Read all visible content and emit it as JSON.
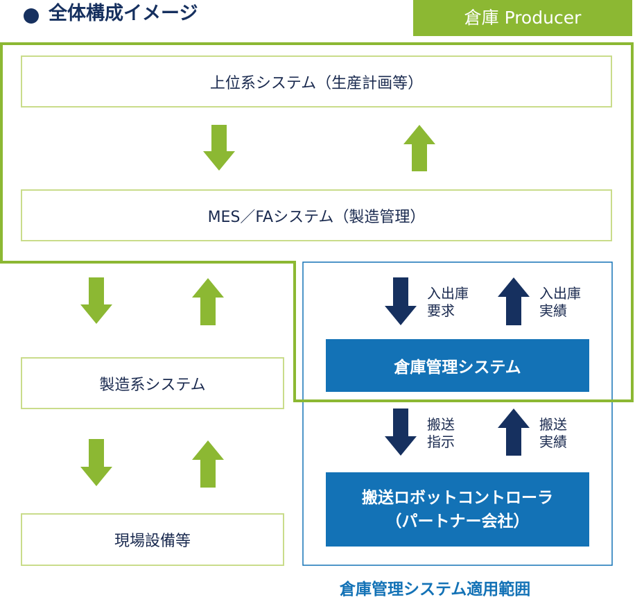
{
  "header": {
    "title": "全体構成イメージ",
    "producer_badge": "倉庫 Producer"
  },
  "boxes": {
    "upper_system": "上位系システム（生産計画等）",
    "mes_system": "MES／FAシステム（製造管理）",
    "manufacturing_system": "製造系システム",
    "field_equipment": "現場設備等",
    "warehouse_management_system": "倉庫管理システム",
    "robot_controller_line1": "搬送ロボットコントローラ",
    "robot_controller_line2": "（パートナー会社）"
  },
  "arrow_labels": {
    "io_request_line1": "入出庫",
    "io_request_line2": "要求",
    "io_result_line1": "入出庫",
    "io_result_line2": "実績",
    "transport_instruction_line1": "搬送",
    "transport_instruction_line2": "指示",
    "transport_result_line1": "搬送",
    "transport_result_line2": "実績"
  },
  "scope_label": "倉庫管理システム適用範囲",
  "colors": {
    "green": "#8cb833",
    "navy": "#16305f",
    "blue": "#1372b6",
    "light_green_border": "#c9dc8a"
  }
}
